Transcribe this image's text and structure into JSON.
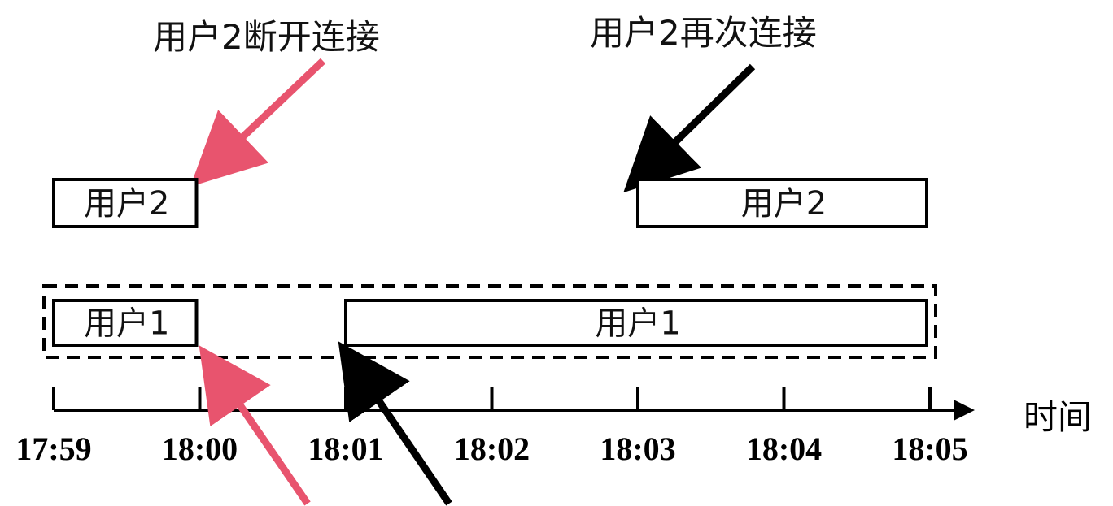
{
  "annotations": {
    "disconnect": "用户2断开连接",
    "reconnect": "用户2再次连接"
  },
  "axis": {
    "label": "时间",
    "ticks": [
      "17:59",
      "18:00",
      "18:01",
      "18:02",
      "18:03",
      "18:04",
      "18:05"
    ]
  },
  "bars": [
    {
      "id": "user2-session-a",
      "label": "用户2",
      "row": "upper",
      "start": 0,
      "end": 1
    },
    {
      "id": "user2-session-b",
      "label": "用户2",
      "row": "upper",
      "start": 4,
      "end": 6
    },
    {
      "id": "user1-session-a",
      "label": "用户1",
      "row": "lower",
      "start": 0,
      "end": 1
    },
    {
      "id": "user1-session-b",
      "label": "用户1",
      "row": "lower",
      "start": 2,
      "end": 6
    }
  ],
  "colors": {
    "pink_arrow": "#e8546e",
    "black_arrow": "#000000",
    "stroke": "#000000"
  }
}
